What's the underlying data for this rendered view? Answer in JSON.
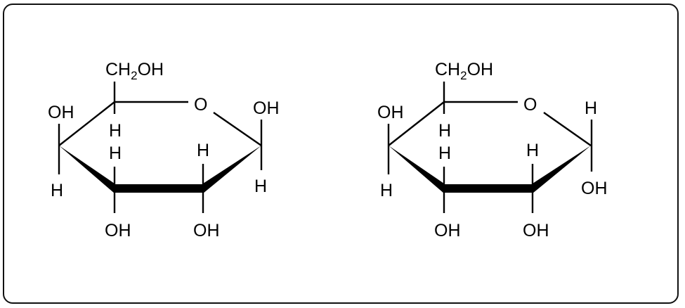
{
  "figure": {
    "description": "Haworth projections of two glucopyranose anomers",
    "border_color": "#111111",
    "molecules": [
      {
        "id": "left",
        "ring_oxygen": "O",
        "c6_group": {
          "main": "CH",
          "subscript": "2",
          "tail": "OH"
        },
        "c5": {
          "up": "CH2OH",
          "down": "H"
        },
        "c4": {
          "up": "OH",
          "down": "H"
        },
        "c3": {
          "up": "H",
          "down": "OH"
        },
        "c2": {
          "up": "H",
          "down": "OH"
        },
        "c1": {
          "up": "OH",
          "down": "H"
        },
        "labels": {
          "o": "O",
          "c5_h": "H",
          "c4_oh": "OH",
          "c4_h": "H",
          "c3_h": "H",
          "c3_oh": "OH",
          "c2_h": "H",
          "c2_oh": "OH",
          "c1_up": "OH",
          "c1_down": "H"
        }
      },
      {
        "id": "right",
        "ring_oxygen": "O",
        "c6_group": {
          "main": "CH",
          "subscript": "2",
          "tail": "OH"
        },
        "c5": {
          "up": "CH2OH",
          "down": "H"
        },
        "c4": {
          "up": "OH",
          "down": "H"
        },
        "c3": {
          "up": "H",
          "down": "OH"
        },
        "c2": {
          "up": "H",
          "down": "OH"
        },
        "c1": {
          "up": "H",
          "down": "OH"
        },
        "labels": {
          "o": "O",
          "c5_h": "H",
          "c4_oh": "OH",
          "c4_h": "H",
          "c3_h": "H",
          "c3_oh": "OH",
          "c2_h": "H",
          "c2_oh": "OH",
          "c1_up": "H",
          "c1_down": "OH"
        }
      }
    ]
  }
}
